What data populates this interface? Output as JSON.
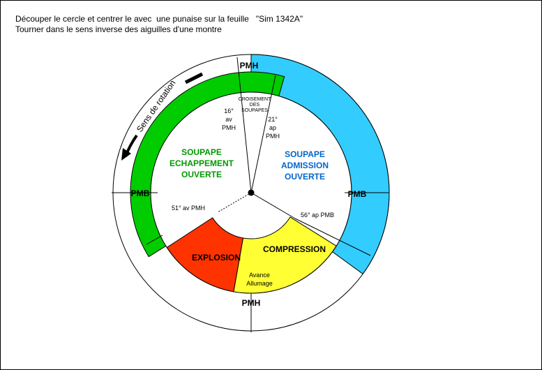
{
  "instructions": {
    "line1": "Découper le cercle et centrer le avec  une punaise sur la feuille   \"Sim 1342A\"",
    "line2": "Tourner dans le sens inverse des aiguilles d'une montre"
  },
  "rotation_label": "Sens de rotation",
  "dead_centers": {
    "pmh_top": "PMH",
    "pmh_bottom": "PMH",
    "pmb_left": "PMB",
    "pmb_right": "PMB"
  },
  "overlap": {
    "line1": "CROISEMENT",
    "line2": "DES",
    "line3": "SOUPAPES"
  },
  "exhaust_advance": {
    "value": "16°",
    "line2": "av",
    "line3": "PMH"
  },
  "intake_delay": {
    "value": "21°",
    "line2": "ap",
    "line3": "PMH"
  },
  "exhaust_open": {
    "line1": "SOUPAPE",
    "line2": "ECHAPPEMENT",
    "line3": "OUVERTE",
    "angle_label": "51° av PMH",
    "color": "#00cc00"
  },
  "intake_open": {
    "line1": "SOUPAPE",
    "line2": "ADMISSION",
    "line3": "OUVERTE",
    "angle_label": "56° ap PMB",
    "color": "#33ccff"
  },
  "explosion": {
    "label": "EXPLOSION",
    "color": "#ff3300"
  },
  "compression": {
    "label": "COMPRESSION",
    "color": "#ffff33"
  },
  "ignition": {
    "line1": "Avance",
    "line2": "Allumage"
  }
}
